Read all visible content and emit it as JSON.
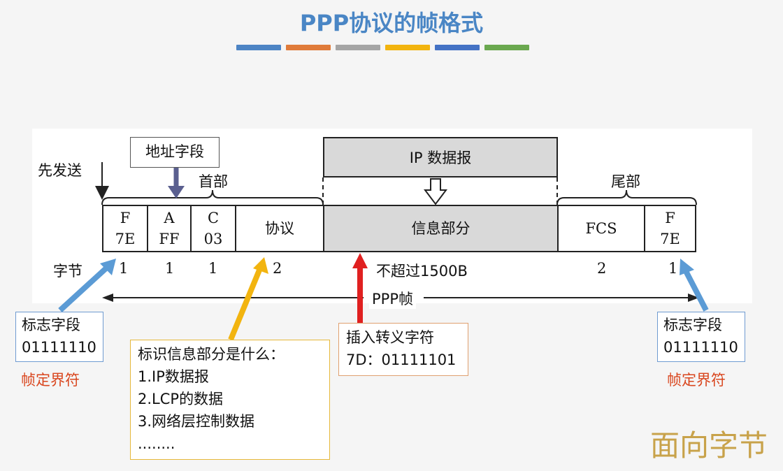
{
  "title": "PPP协议的帧格式",
  "colors": [
    "#4d84c4",
    "#e07b3a",
    "#a5a5a5",
    "#f2b40f",
    "#4472c4",
    "#6aa84f"
  ],
  "send_first": "先发送",
  "address_callout": "地址字段",
  "header_label": "首部",
  "trailer_label": "尾部",
  "ip_datagram": "IP 数据报",
  "bytes_label": "字节",
  "frame": {
    "cells": [
      {
        "top": "F",
        "bottom": "7E"
      },
      {
        "top": "A",
        "bottom": "FF"
      },
      {
        "top": "C",
        "bottom": "03"
      },
      {
        "text": "协议"
      },
      {
        "text": "信息部分"
      },
      {
        "text": "FCS"
      },
      {
        "top": "F",
        "bottom": "7E"
      }
    ],
    "byte_counts": [
      "1",
      "1",
      "1",
      "2",
      "不超过1500B",
      "2",
      "1"
    ]
  },
  "ppp_frame_label": "PPP帧",
  "left_flag": {
    "title": "标志字段",
    "value": "01111110",
    "note": "帧定界符"
  },
  "right_flag": {
    "title": "标志字段",
    "value": "01111110",
    "note": "帧定界符"
  },
  "protocol_callout": {
    "lines": [
      "标识信息部分是什么：",
      "1.IP数据报",
      "2.LCP的数据",
      "3.网络层控制数据",
      "........"
    ]
  },
  "escape_callout": {
    "line1": "插入转义字符",
    "line2": "7D：01111101"
  },
  "byte_oriented": "面向字节"
}
